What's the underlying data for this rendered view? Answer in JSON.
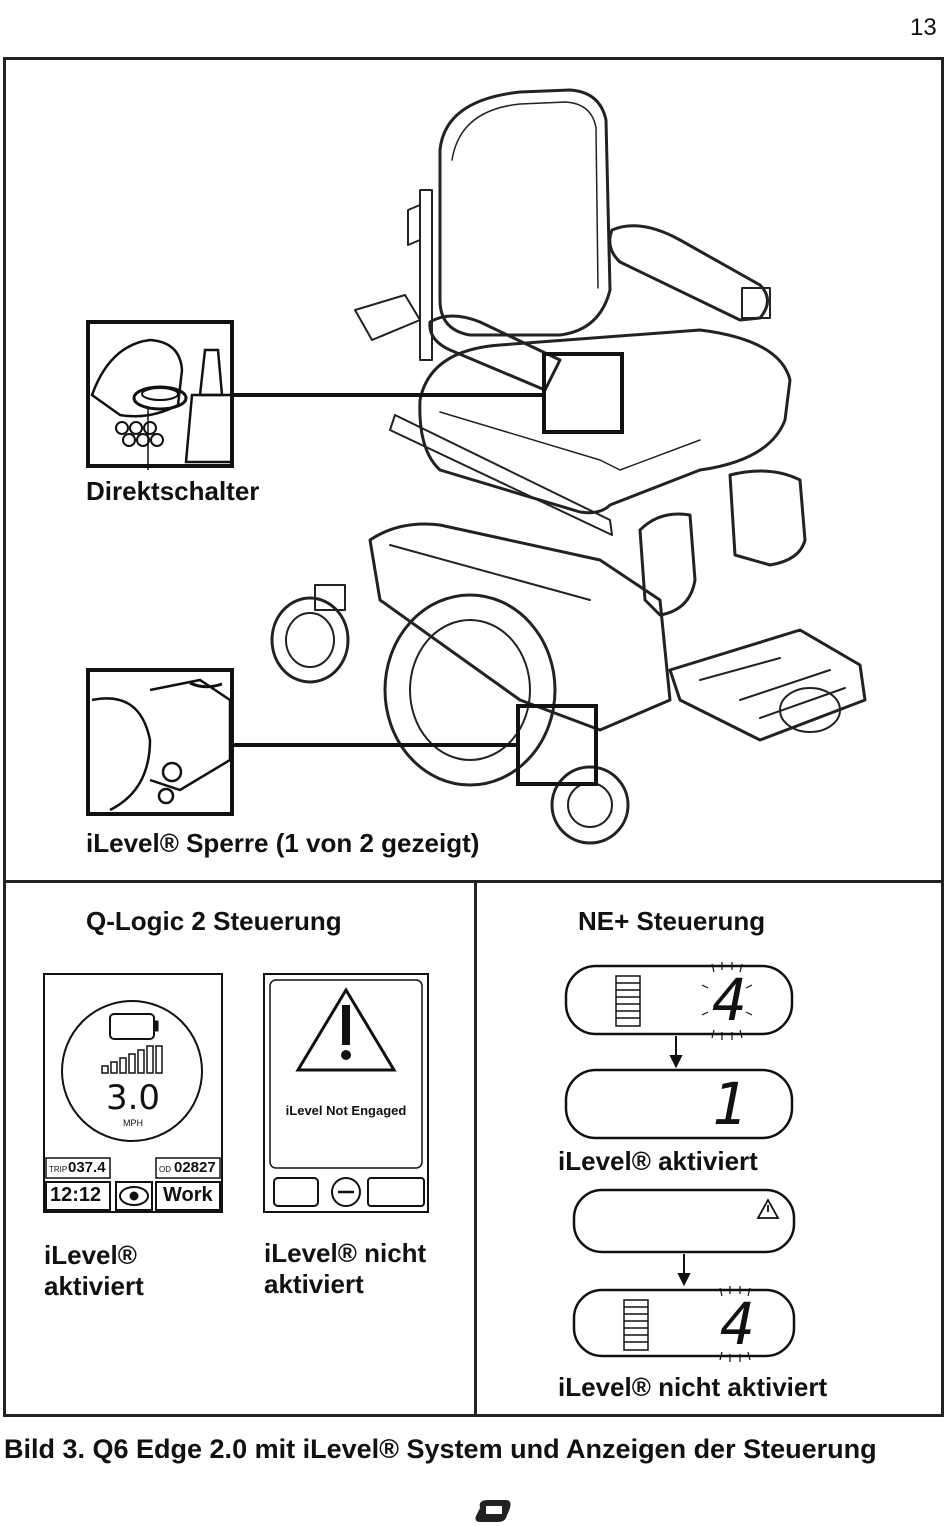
{
  "page_number": "13",
  "top_panel": {
    "direct_switch_label": "Direktschalter",
    "lock_label": "iLevel® Sperre (1 von 2 gezeigt)"
  },
  "qlogic": {
    "heading": "Q-Logic 2 Steuerung",
    "screen1": {
      "speed": "3.0",
      "speed_unit": "MPH",
      "trip_label": "TRIP",
      "trip_value": "037.4",
      "od_label": "OD",
      "od_value": "02827",
      "time": "12:12",
      "mode": "Work"
    },
    "screen2": {
      "warning_text": "iLevel Not Engaged"
    },
    "caption_engaged": [
      "iLevel®",
      "aktiviert"
    ],
    "caption_not_engaged": [
      "iLevel® nicht",
      "aktiviert"
    ]
  },
  "ne_plus": {
    "heading": "NE+ Steuerung",
    "display_digit_a": "4",
    "display_digit_b": "1",
    "caption_engaged": "iLevel® aktiviert",
    "caption_not_engaged": "iLevel® nicht aktiviert"
  },
  "figure_caption": "Bild 3. Q6 Edge 2.0 mit iLevel® System und Anzeigen der Steuerung",
  "icons": [
    "battery-icon",
    "signal-bars-icon",
    "eye-icon",
    "warning-triangle-icon",
    "minus-icon",
    "arrow-down-icon",
    "brand-logo-icon"
  ]
}
